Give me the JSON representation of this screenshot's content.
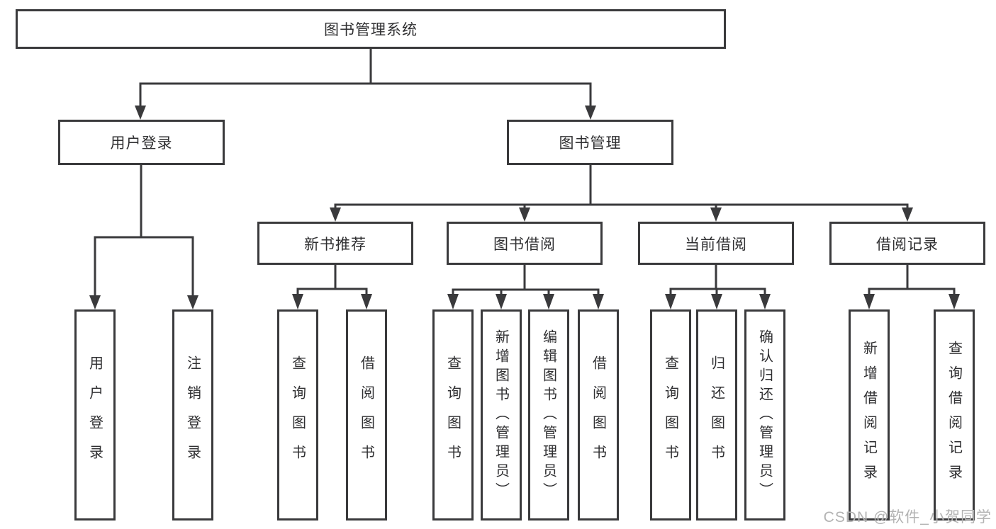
{
  "tree": {
    "root": "图书管理系统",
    "branches": [
      {
        "label": "用户登录",
        "children": [
          "用户登录",
          "注销登录"
        ]
      },
      {
        "label": "图书管理",
        "groups": [
          {
            "label": "新书推荐",
            "children": [
              "查询图书",
              "借阅图书"
            ]
          },
          {
            "label": "图书借阅",
            "children": [
              "查询图书",
              "新增图书（管理员）",
              "编辑图书（管理员）",
              "借阅图书"
            ]
          },
          {
            "label": "当前借阅",
            "children": [
              "查询图书",
              "归还图书",
              "确认归还（管理员）"
            ]
          },
          {
            "label": "借阅记录",
            "children": [
              "新增借阅记录",
              "查询借阅记录"
            ]
          }
        ]
      }
    ]
  },
  "watermark": "CSDN @软件_小贺同学",
  "colors": {
    "line": "#3a3a3c",
    "text": "#2f2f31",
    "background": "#ffffff",
    "watermark": "#b3b3b3"
  }
}
